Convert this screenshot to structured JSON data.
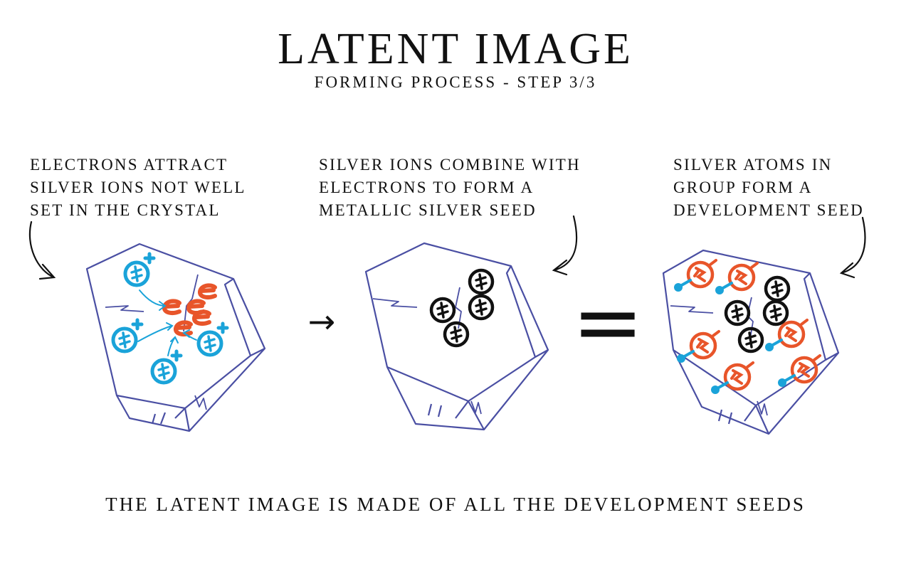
{
  "header": {
    "title": "LATENT IMAGE",
    "subtitle": "FORMING PROCESS - STEP 3/3"
  },
  "captions": {
    "step_a": "ELECTRONS ATTRACT\nSILVER IONS NOT WELL\nSET IN THE CRYSTAL",
    "step_b": "SILVER IONS COMBINE WITH\nELECTRONS TO FORM A\nMETALLIC SILVER SEED",
    "step_c": "SILVER ATOMS IN\nGROUP FORM A\nDEVELOPMENT SEED"
  },
  "footer": {
    "text": "THE LATENT IMAGE IS MADE OF ALL THE DEVELOPMENT SEEDS"
  },
  "symbols": {
    "arrow": "→",
    "equals": "="
  },
  "colors": {
    "crystal_outline": "#4a4fa3",
    "silver_ion": "#1aa3d9",
    "electron": "#e8552a",
    "silver_atom": "#111111"
  },
  "icons": [
    "silver-ion-icon",
    "electron-icon",
    "silver-atom-icon",
    "crystal-icon"
  ]
}
